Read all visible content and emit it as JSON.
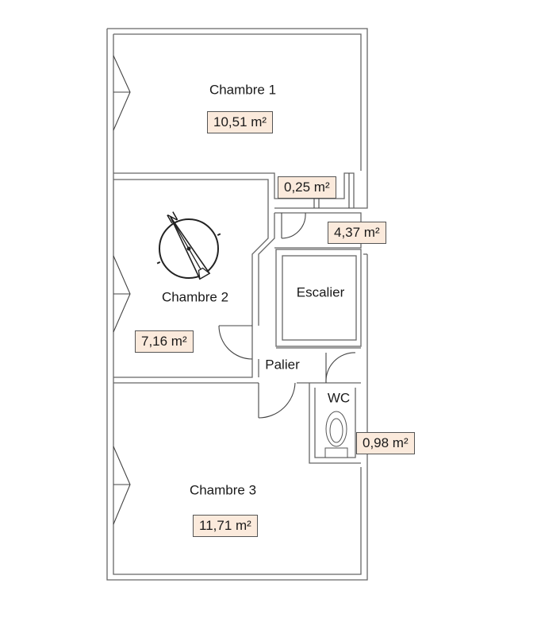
{
  "rooms": [
    {
      "id": "chambre-1",
      "name": "Chambre 1",
      "area": "10,51 m²"
    },
    {
      "id": "chambre-2",
      "name": "Chambre 2",
      "area": "7,16 m²"
    },
    {
      "id": "chambre-3",
      "name": "Chambre 3",
      "area": "11,71 m²"
    },
    {
      "id": "escalier",
      "name": "Escalier"
    },
    {
      "id": "palier",
      "name": "Palier",
      "area": "4,37 m²"
    },
    {
      "id": "wc",
      "name": "WC",
      "area": "0,98 m²"
    },
    {
      "id": "placard",
      "area": "0,25 m²"
    }
  ],
  "compass": {
    "icon": "north-arrow-icon",
    "letter": "N"
  },
  "colors": {
    "area_fill": "#fbeadc",
    "wall": "#666666"
  }
}
